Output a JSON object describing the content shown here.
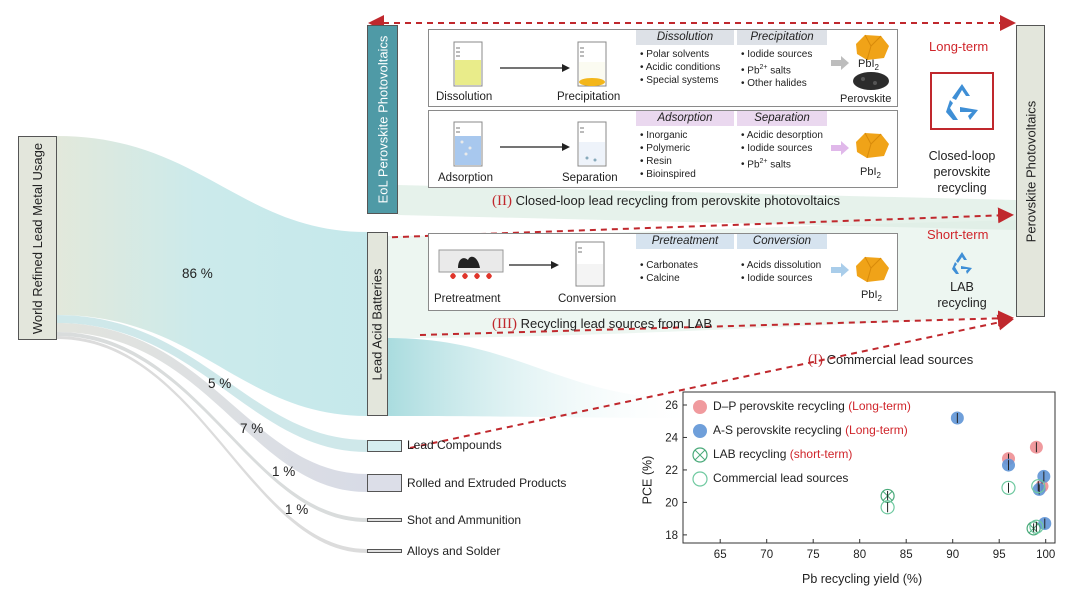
{
  "source": {
    "title": "World Refined Lead Metal Usage"
  },
  "flows": {
    "pct_lab": "86 %",
    "pct_compounds": "5 %",
    "pct_rolled": "7 %",
    "pct_shot": "1 %",
    "pct_alloys": "1 %"
  },
  "categories": {
    "lead_compounds": "Lead Compounds",
    "rolled": "Rolled and Extruded Products",
    "shot": "Shot and Ammunition",
    "alloys": "Alloys and Solder"
  },
  "nodes": {
    "eol": "EoL Perovskite Photovoltaics",
    "lab": "Lead Acid Batteries",
    "ppv": "Perovskite Photovoltaics"
  },
  "panel1": {
    "left_label": "Dissolution",
    "right_label": "Precipitation",
    "col1": {
      "title": "Dissolution",
      "items": [
        "Polar solvents",
        "Acidic conditions",
        "Special systems"
      ]
    },
    "col2": {
      "title": "Precipitation",
      "items": [
        "Iodide sources",
        "Pb",
        "Other halides"
      ]
    },
    "pb_superscript": "2+",
    "pb_suffix": " salts",
    "product_top_main": "PbI",
    "product_top_sub": "2",
    "product_bottom": "Perovskite"
  },
  "panel2": {
    "left_label": "Adsorption",
    "right_label": "Separation",
    "col1": {
      "title": "Adsorption",
      "items": [
        "Inorganic",
        "Polymeric",
        "Resin",
        "Bioinspired"
      ]
    },
    "col2": {
      "title": "Separation",
      "items": [
        "Acidic desorption",
        "Iodide sources",
        "Pb"
      ]
    },
    "pb_superscript": "2+",
    "pb_suffix": " salts",
    "product_main": "PbI",
    "product_sub": "2"
  },
  "panel3": {
    "left_label": "Pretreatment",
    "right_label": "Conversion",
    "col1": {
      "title": "Pretreatment",
      "items": [
        "Carbonates",
        "Calcine"
      ]
    },
    "col2": {
      "title": "Conversion",
      "items": [
        "Acids dissolution",
        "Iodide sources"
      ]
    },
    "product_main": "PbI",
    "product_sub": "2"
  },
  "right": {
    "long_term": "Long-term",
    "closed_loop": [
      "Closed-loop",
      "perovskite",
      "recycling"
    ],
    "short_term": "Short-term",
    "lab_recycling": [
      "LAB",
      "recycling"
    ]
  },
  "captions": {
    "ii_num": "(II)",
    "ii_text": " Closed-loop lead recycling from perovskite photovoltaics",
    "iii_num": "(III)",
    "iii_text": " Recycling lead sources from LAB",
    "i_num": "(I)",
    "i_text": " Commercial lead sources"
  },
  "colors": {
    "eol_bar": "#4f9aa6",
    "node_fill": "#e3e6dc",
    "flow_teal": "#bfe3e6",
    "flow_grey": "#dcdee6",
    "red_dash": "#c0282d",
    "dp_color": "#ee8f93",
    "as_color": "#5f95d6",
    "lab_color": "#4aaa7a",
    "commercial_color": "#6fc9a0",
    "header_grey": "#dde1e7",
    "header_pink": "#ead8ef",
    "header_blue": "#d6e3ef"
  },
  "chart_data": {
    "type": "scatter",
    "xlabel": "Pb recycling yield (%)",
    "ylabel": "PCE (%)",
    "xlim": [
      61,
      101
    ],
    "ylim": [
      17.5,
      26.8
    ],
    "xticks": [
      65,
      70,
      75,
      80,
      85,
      90,
      95,
      100
    ],
    "yticks": [
      18,
      20,
      22,
      24,
      26
    ],
    "series": [
      {
        "name": "D–P perovskite recycling",
        "tag": "(Long-term)",
        "marker": "filled-circle",
        "color": "#ee8f93",
        "points": [
          [
            96,
            22.7
          ],
          [
            99,
            23.4
          ],
          [
            99.6,
            21.0
          ]
        ]
      },
      {
        "name": "A-S perovskite recycling",
        "tag": "(Long-term)",
        "marker": "filled-circle",
        "color": "#5f95d6",
        "points": [
          [
            90.5,
            25.2
          ],
          [
            96,
            22.3
          ],
          [
            99.3,
            20.8
          ],
          [
            99.8,
            21.6
          ],
          [
            99.9,
            18.7
          ]
        ]
      },
      {
        "name": "LAB recycling",
        "tag": "(short-term)",
        "marker": "crossed-circle",
        "color": "#4aaa7a",
        "points": [
          [
            83,
            20.4
          ],
          [
            98.7,
            18.4
          ]
        ]
      },
      {
        "name": "Commercial lead sources",
        "tag": "",
        "marker": "open-circle",
        "color": "#6fc9a0",
        "points": [
          [
            83,
            19.7
          ],
          [
            96,
            20.9
          ],
          [
            99.2,
            21.0
          ],
          [
            99.0,
            18.5
          ]
        ]
      }
    ]
  }
}
